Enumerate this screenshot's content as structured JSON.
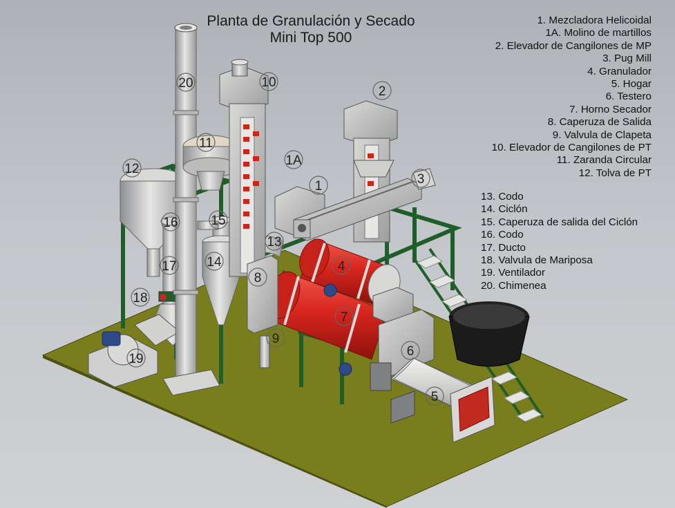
{
  "title": {
    "line1": "Planta de Granulación y Secado",
    "line2": "Mini Top 500"
  },
  "legend_right": [
    "1. Mezcladora Helicoidal",
    "1A. Molino de martillos",
    "2. Elevador de Cangilones de MP",
    "3. Pug Mill",
    "4. Granulador",
    "5. Hogar",
    "6. Testero",
    "7. Horno Secador",
    "8. Caperuza de Salida",
    "9. Valvula de Clapeta",
    "10. Elevador de Cangilones de PT",
    "11. Zaranda Circular",
    "12. Tolva de PT"
  ],
  "legend_left": [
    "13. Codo",
    "14. Ciclón",
    "15. Caperuza de salida del Ciclón",
    "16. Codo",
    "17. Ducto",
    "18. Valvula de Mariposa",
    "19. Ventilador",
    "20. Chimenea"
  ],
  "callouts": [
    "1",
    "1A",
    "2",
    "3",
    "4",
    "5",
    "6",
    "7",
    "8",
    "9",
    "10",
    "11",
    "12",
    "13",
    "14",
    "15",
    "16",
    "17",
    "18",
    "19",
    "20"
  ],
  "colors": {
    "floor": "#7a7d1c",
    "frame": "#1f5e28",
    "metal": "#c8c8c6",
    "red": "#d8261e",
    "background": "#bfc2c6"
  }
}
